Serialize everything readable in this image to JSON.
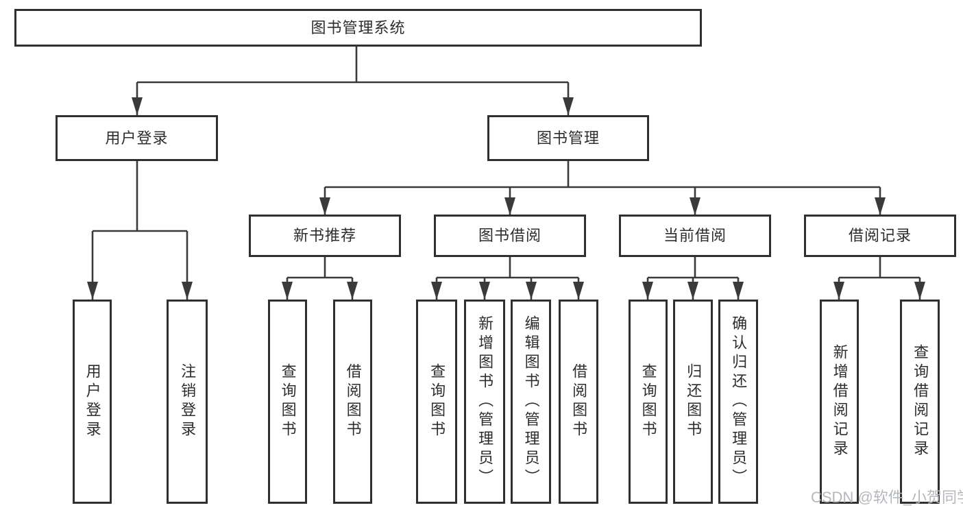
{
  "diagram_type": "hierarchy-tree",
  "tree": {
    "root": {
      "label": "图书管理系统",
      "children": [
        {
          "label": "用户登录",
          "children": [
            {
              "label": "用户登录"
            },
            {
              "label": "注销登录"
            }
          ]
        },
        {
          "label": "图书管理",
          "children": [
            {
              "label": "新书推荐",
              "children": [
                {
                  "label": "查询图书"
                },
                {
                  "label": "借阅图书"
                }
              ]
            },
            {
              "label": "图书借阅",
              "children": [
                {
                  "label": "查询图书"
                },
                {
                  "label": "新增图书（管理员）"
                },
                {
                  "label": "编辑图书（管理员）"
                },
                {
                  "label": "借阅图书"
                }
              ]
            },
            {
              "label": "当前借阅",
              "children": [
                {
                  "label": "查询图书"
                },
                {
                  "label": "归还图书"
                },
                {
                  "label": "确认归还（管理员）"
                }
              ]
            },
            {
              "label": "借阅记录",
              "children": [
                {
                  "label": "新增借阅记录"
                },
                {
                  "label": "查询借阅记录"
                }
              ]
            }
          ]
        }
      ]
    }
  },
  "watermark": {
    "text": "CSDN @软件_小贺同学"
  },
  "colors": {
    "line": "#3a3a3a",
    "border": "#303030",
    "text": "#2d2d2d",
    "background": "#ffffff",
    "watermark": "#b4b8bd"
  }
}
